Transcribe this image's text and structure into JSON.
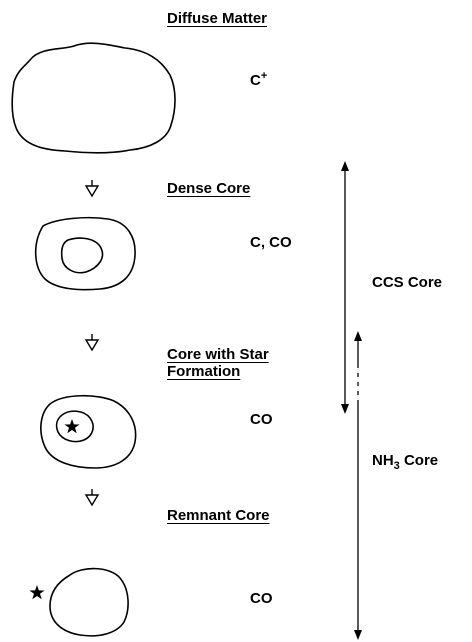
{
  "stages": [
    {
      "title": "Diffuse Matter",
      "species_main": "C",
      "species_sup": "+"
    },
    {
      "title": "Dense Core",
      "species": "C, CO"
    },
    {
      "title_line1": "Core with Star",
      "title_line2": "Formation",
      "species": "CO"
    },
    {
      "title": "Remnant Core",
      "species": "CO"
    }
  ],
  "core_labels": {
    "ccs": "CCS Core",
    "nh3_prefix": "NH",
    "nh3_sub": "3",
    "nh3_suffix": " Core"
  },
  "icons": [
    "down-arrow-icon",
    "star-icon"
  ]
}
